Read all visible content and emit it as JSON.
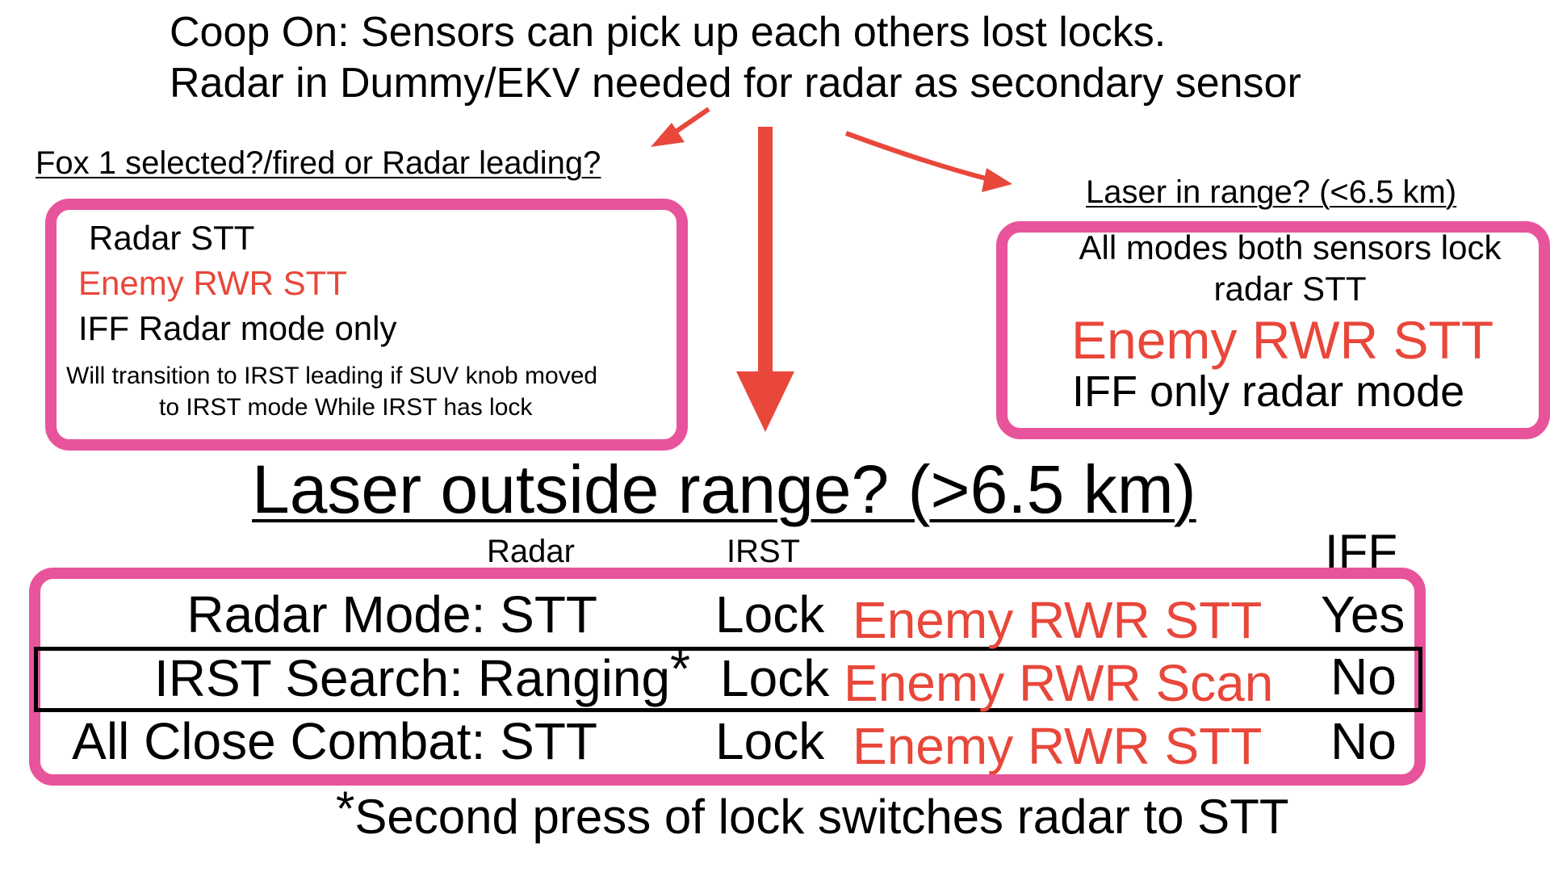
{
  "header": {
    "line1": "Coop On: Sensors can pick up each others lost locks.",
    "line2": "Radar in Dummy/EKV needed for radar as secondary sensor"
  },
  "left_branch": {
    "question": "Fox 1 selected?/fired or Radar leading?",
    "item1": "Radar STT",
    "item2": "Enemy RWR STT",
    "item3": "IFF Radar mode only",
    "note_line1": "Will transition to IRST leading if  SUV knob moved",
    "note_line2": "to IRST mode While IRST has lock"
  },
  "right_branch": {
    "question": "Laser in range? (<6.5 km)",
    "line1": "All modes both sensors lock",
    "line2": "radar STT",
    "line3": "Enemy RWR STT",
    "line4": "IFF only radar mode"
  },
  "center_branch": {
    "question": "Laser outside range? (>6.5 km)",
    "columns": {
      "radar": "Radar",
      "irst": "IRST",
      "iff": "IFF"
    },
    "rows": [
      {
        "mode": "Radar Mode: STT",
        "irst": "Lock",
        "rwr": "Enemy RWR STT",
        "iff": "Yes"
      },
      {
        "mode": "IRST Search: Ranging",
        "marker": "*",
        "irst": "Lock",
        "rwr": "Enemy RWR Scan",
        "iff": "No"
      },
      {
        "mode": "All Close Combat: STT",
        "irst": "Lock",
        "rwr": "Enemy RWR STT",
        "iff": "No"
      }
    ],
    "footnote_marker": "*",
    "footnote": "Second press of lock switches radar to STT"
  },
  "colors": {
    "accent_red": "#e8473a",
    "box_pink": "#e8549b",
    "text": "#000000"
  }
}
